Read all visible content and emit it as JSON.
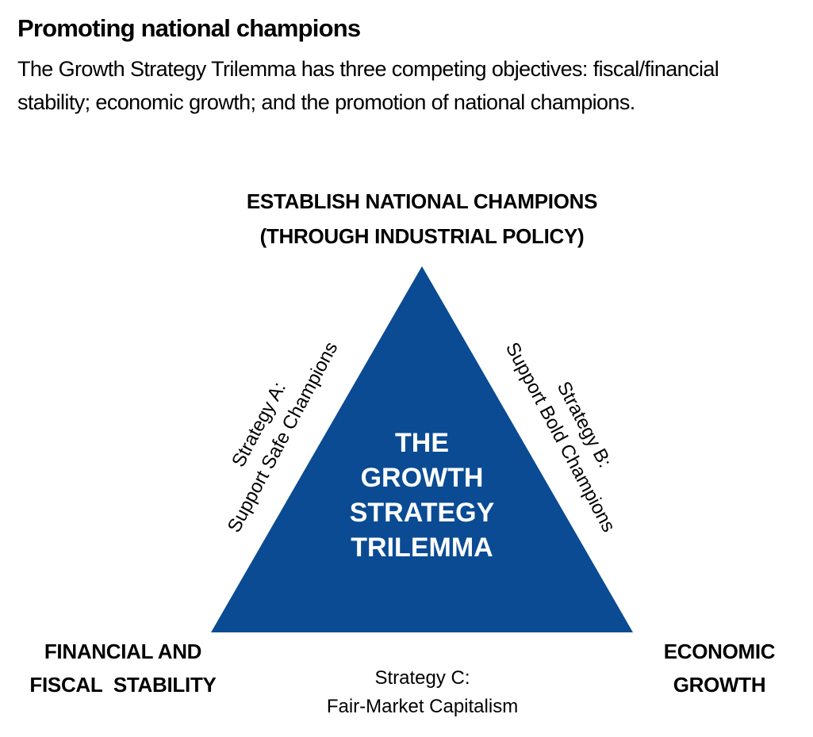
{
  "header": {
    "title": "Promoting national champions",
    "subtitle_line1": "The Growth Strategy Trilemma has three competing objectives: fiscal/financial",
    "subtitle_line2": "stability; economic growth; and the promotion of national champions."
  },
  "diagram": {
    "triangle_color": "#0a4b93",
    "top_vertex": {
      "line1": "ESTABLISH NATIONAL CHAMPIONS",
      "line2": "(THROUGH INDUSTRIAL POLICY)"
    },
    "left_vertex": {
      "line1": "FINANCIAL AND",
      "line2": "FISCAL  STABILITY"
    },
    "right_vertex": {
      "line1": "ECONOMIC",
      "line2": "GROWTH"
    },
    "center": {
      "line1": "THE",
      "line2": "GROWTH",
      "line3": "STRATEGY",
      "line4": "TRILEMMA"
    },
    "strategy_a": {
      "line1": "Strategy A:",
      "line2": "Support Safe Champions"
    },
    "strategy_b": {
      "line1": "Strategy B:",
      "line2": "Support Bold Champions"
    },
    "strategy_c": {
      "line1": "Strategy C:",
      "line2": "Fair-Market Capitalism"
    }
  }
}
